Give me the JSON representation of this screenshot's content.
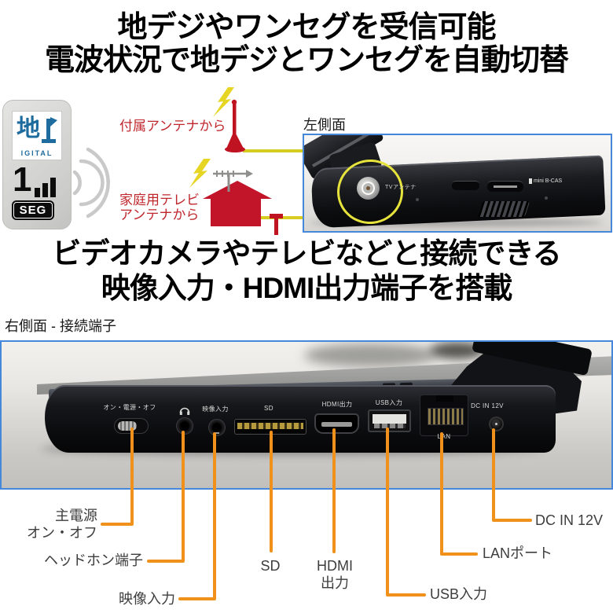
{
  "headline_top": {
    "line1": "地デジやワンセグを受信可能",
    "line2": "電波状況で地デジとワンセグを自動切替"
  },
  "headline_mid": {
    "line1": "ビデオカメラやテレビなどと接続できる",
    "line2": "映像入力・HDMI出力端子を搭載"
  },
  "badges": {
    "digital": {
      "kanji": "地",
      "sub": "IGITAL"
    },
    "oneseg": {
      "number": "1",
      "seg": "SEG"
    }
  },
  "antenna_diagram": {
    "label_attached": "付属アンテナから",
    "label_home_1": "家庭用テレビ",
    "label_home_2": "アンテナから"
  },
  "photo_left": {
    "caption": "左側面",
    "tv_antenna_label": "TVアンテナ",
    "bcas_label": "mini B-CAS"
  },
  "photo_right": {
    "caption": "右側面 - 接続端子",
    "device_labels": {
      "power": "オン・電源・オフ",
      "headphone_icon": "headphone-icon",
      "av": "映像入力",
      "sd": "SD",
      "hdmi": "HDMI出力",
      "usb": "USB入力",
      "lan": "LAN",
      "dc": "DC IN 12V"
    }
  },
  "callouts": {
    "power_1": "主電源",
    "power_2": "オン・オフ",
    "headphone": "ヘッドホン端子",
    "av": "映像入力",
    "sd": "SD",
    "hdmi_1": "HDMI",
    "hdmi_2": "出力",
    "usb": "USB入力",
    "lan": "LANポート",
    "dc": "DC IN 12V"
  },
  "colors": {
    "accent_orange": "#f0911c",
    "frame_blue": "#4587d9",
    "label_red": "#c0272d",
    "cable_yellow": "#d6cc22",
    "diagram_red": "#c2152a",
    "logo_blue": "#1e6b9e",
    "lightning_yellow": "#e6d522"
  }
}
